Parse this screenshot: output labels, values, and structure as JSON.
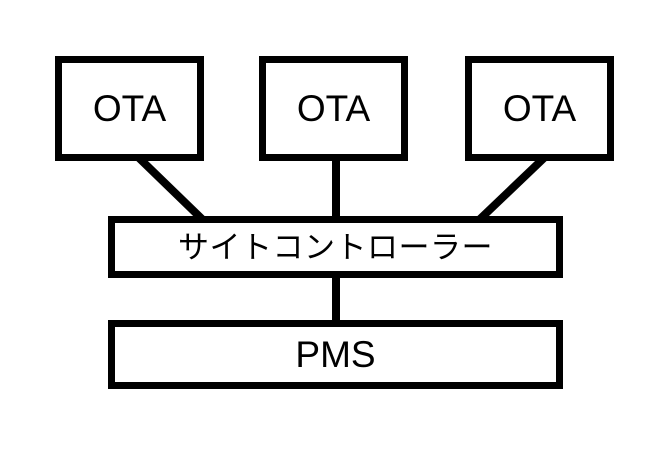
{
  "diagram": {
    "background_color": "#ffffff",
    "line_color": "#000000",
    "nodes": {
      "ota_1": {
        "label": "OTA"
      },
      "ota_2": {
        "label": "OTA"
      },
      "ota_3": {
        "label": "OTA"
      },
      "site_controller": {
        "label": "サイトコントローラー"
      },
      "pms": {
        "label": "PMS"
      }
    },
    "connections": [
      {
        "name": "ota-1-to-site-controller",
        "from": "ota_1",
        "to": "site_controller",
        "style": "diagonal"
      },
      {
        "name": "ota-2-to-site-controller",
        "from": "ota_2",
        "to": "site_controller",
        "style": "vertical"
      },
      {
        "name": "ota-3-to-site-controller",
        "from": "ota_3",
        "to": "site_controller",
        "style": "diagonal"
      },
      {
        "name": "site-controller-to-pms",
        "from": "site_controller",
        "to": "pms",
        "style": "vertical"
      }
    ]
  }
}
